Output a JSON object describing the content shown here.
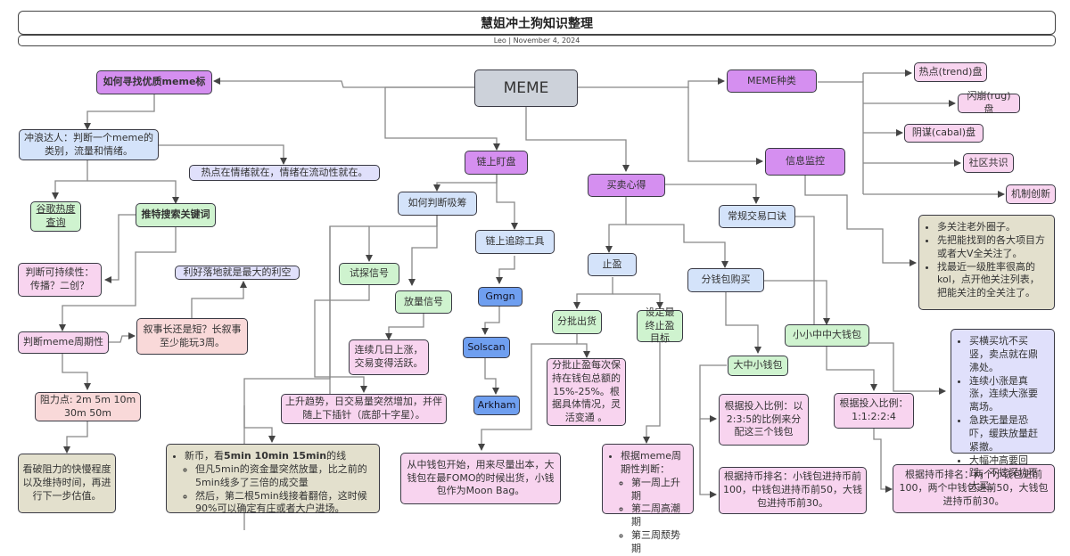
{
  "header": {
    "title": "慧姐冲土狗知识整理",
    "subtitle": "Leo  |  November 4, 2024"
  },
  "nodes": {
    "root": "MEME",
    "find_meme": "如何寻找优质meme标",
    "surf_expert": "冲浪达人：判断一个meme的类别，流量和情绪。",
    "hotspot_emotion": "热点在情绪就在，情绪在流动性就在。",
    "google_trend": "谷歌热度查询",
    "twitter_search": "推特搜索关键词",
    "sustainability": "判断可持续性：传播？二创？",
    "good_news": "利好落地就是最大的利空",
    "meme_cycle": "判断meme周期性",
    "narrative": "叙事长还是短？长叙事至少能玩3周。",
    "resistance": "阻力点: 2m 5m 10m 30m 50m",
    "break_resistance": "看破阻力的快慢程度以及维持时间，再进行下一步估值。",
    "onchain_watch": "链上盯盘",
    "judge_accum": "如何判断吸筹",
    "onchain_tools": "链上追踪工具",
    "probe_signal": "试探信号",
    "volume_signal": "放量信号",
    "consecutive_rise": "连续几日上涨，交易变得活跃。",
    "uptrend": "上升趋势，日交易量突然增加，并伴随上下插针（底部十字星）。",
    "tool_gmgn": "Gmgn",
    "tool_solscan": "Solscan",
    "tool_arkham": "Arkham",
    "trade_tips": "买卖心得",
    "take_profit": "止盈",
    "batch_sell": "分批出货",
    "final_target": "设定最终止盈目标",
    "batch_detail": "分批止盈每次保持在钱包总额的15%-25%。根据具体情况，灵活变通 。",
    "wallet_start": "从中钱包开始，用来尽量出本，大钱包在最FOMO的时候出货，小钱包作为Moon Bag。",
    "general_rules": "常规交易口诀",
    "split_wallet": "分钱包购买",
    "big_mid_small": "大中小钱包",
    "small_small_mid_mid_big": "小小中中大钱包",
    "ratio_235": "根据投入比例：以2:3:5的比例来分配这三个钱包",
    "ratio_11224": "根据投入比例：1:1:2:2:4",
    "rank_3wallets": "根据持币排名：小钱包进持币前100，中钱包进持币前50，大钱包进持币前30。",
    "rank_5wallets": "根据持币排名：两个小钱包进前100，两个中钱包进前50，大钱包进持币前30。",
    "meme_types": "MEME种类",
    "info_monitor": "信息监控",
    "type_trend": "热点(trend)盘",
    "type_rug": "闪崩(rug)盘",
    "type_cabal": "阴谋(cabal)盘",
    "type_community": "社区共识",
    "type_mechanism": "机制创新"
  },
  "lists": {
    "new_coin": {
      "lead_prefix": "新币，看",
      "lead_bold": "5min 10min 15min",
      "lead_suffix": "的线",
      "subs": [
        "但凡5min的资金量突然放量，比之前的5min线多了三倍的成交量",
        "然后，第二根5min线接着翻倍，这时候90%可以确定有庄或者大户进场。"
      ]
    },
    "cycle_weeks": {
      "lead": "根据meme周期性判断：",
      "subs": [
        "第一周上升期",
        "第二周高潮期",
        "第三周颓势期"
      ]
    },
    "monitor_tips": [
      "多关注老外圈子。",
      "先把能找到的各大项目方或者大V全关注了。",
      "找最近一级胜率很高的kol，点开他关注列表，把能关注的全关注了。"
    ],
    "trade_rhymes": [
      "买横买坑不买竖，卖点就在鼎沸处。",
      "连续小涨是真涨，连续大涨要离场。",
      "急跌无量是恐吓，缓跌放量赶紧撤。",
      "大幅冲高要回踩，不挖深坑不大买。"
    ]
  },
  "colors": {
    "purple": "#d58ff0",
    "root_gray": "#cdd2da",
    "blue": "#d4e3fa",
    "lavender": "#e0e0fb",
    "green": "#cff3cf",
    "pink": "#f8d4ef",
    "salmon": "#f9d9d9",
    "khaki": "#e3e0cd",
    "tool_blue": "#6f9ff0",
    "line": "#777777"
  }
}
